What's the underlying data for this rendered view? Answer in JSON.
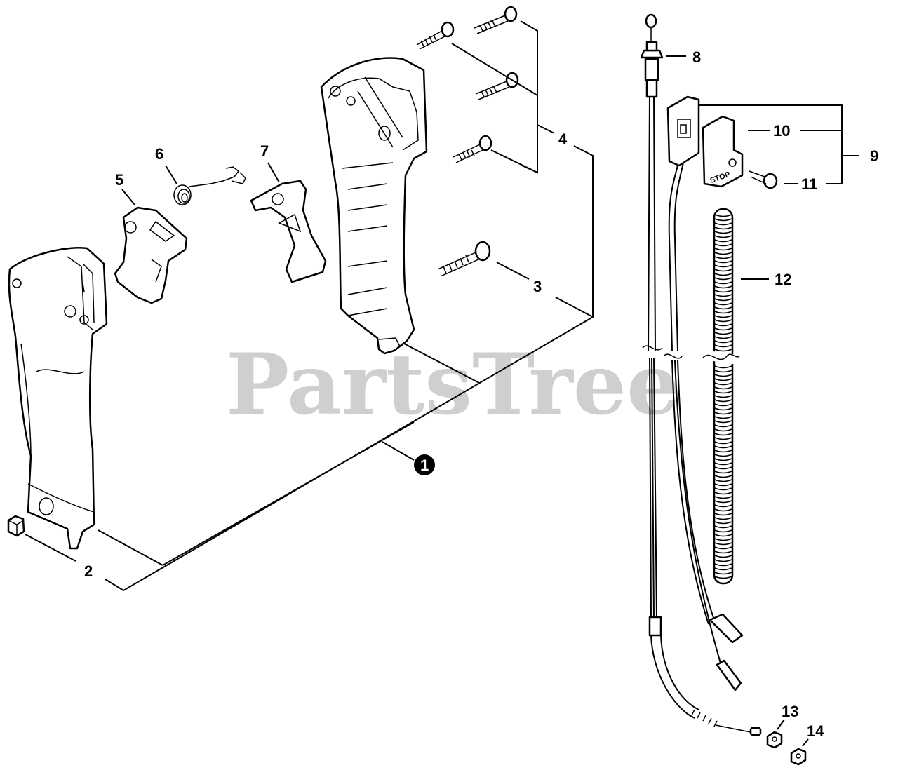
{
  "watermark": "PartsTree",
  "callouts": {
    "assembly": "1",
    "c2": "2",
    "c3": "3",
    "c4": "4",
    "c5": "5",
    "c6": "6",
    "c7": "7",
    "c8": "8",
    "c9": "9",
    "c10": "10",
    "c11": "11",
    "c12": "12",
    "c13": "13",
    "c14": "14"
  },
  "switch_label": "STOP",
  "colors": {
    "ink": "#000000",
    "watermark": "#cfcfcf",
    "background": "#ffffff"
  }
}
